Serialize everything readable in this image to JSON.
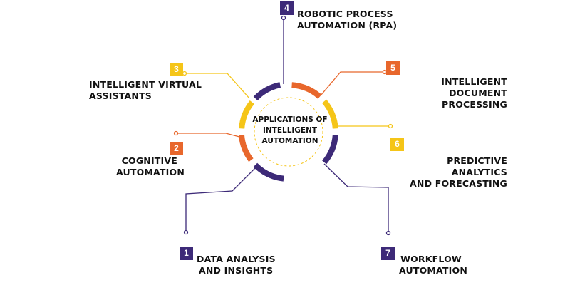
{
  "colors": {
    "purple": "#3d2a78",
    "orange": "#e8672c",
    "yellow": "#f5c518",
    "center_dash": "#f5c518"
  },
  "center": {
    "lines": [
      "APPLICATIONS OF",
      "INTELLIGENT",
      "AUTOMATION"
    ]
  },
  "items": [
    {
      "number": "1",
      "lines": [
        "DATA ANALYSIS",
        "AND INSIGHTS"
      ],
      "color": "purple"
    },
    {
      "number": "2",
      "lines": [
        "COGNITIVE",
        "AUTOMATION"
      ],
      "color": "orange"
    },
    {
      "number": "3",
      "lines": [
        "INTELLIGENT VIRTUAL",
        "ASSISTANTS"
      ],
      "color": "yellow"
    },
    {
      "number": "4",
      "lines": [
        "ROBOTIC PROCESS",
        "AUTOMATION (RPA)"
      ],
      "color": "purple"
    },
    {
      "number": "5",
      "lines": [
        "INTELLIGENT DOCUMENT",
        "PROCESSING"
      ],
      "color": "orange"
    },
    {
      "number": "6",
      "lines": [
        "PREDICTIVE ANALYTICS",
        "AND FORECASTING"
      ],
      "color": "yellow"
    },
    {
      "number": "7",
      "lines": [
        "WORKFLOW",
        "AUTOMATION"
      ],
      "color": "purple"
    }
  ]
}
